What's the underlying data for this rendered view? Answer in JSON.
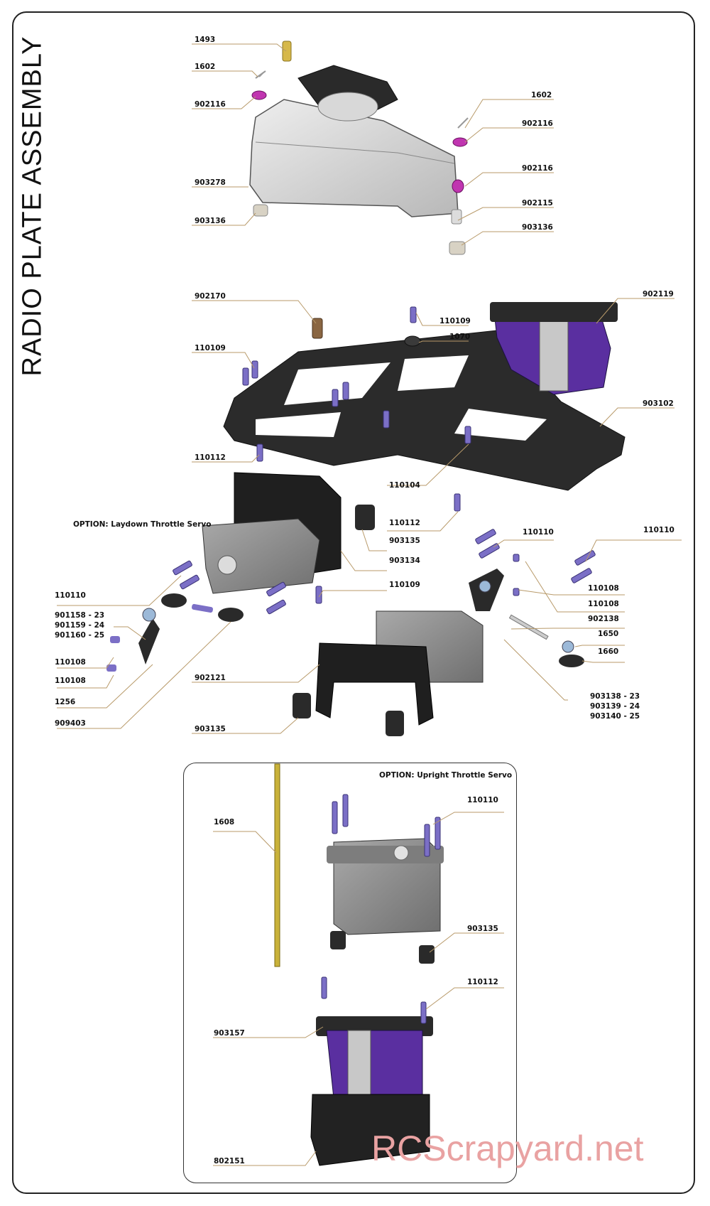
{
  "page_title": "RADIO  PLATE  ASSEMBLY",
  "options": {
    "laydown": "OPTION: Laydown Throttle Servo",
    "upright": "OPTION: Upright Throttle Servo"
  },
  "watermark": "RCScrapyard.net",
  "callouts": [
    {
      "id": "c1493",
      "text": "1493"
    },
    {
      "id": "c1602a",
      "text": "1602"
    },
    {
      "id": "c902116a",
      "text": "902116"
    },
    {
      "id": "c903278",
      "text": "903278"
    },
    {
      "id": "c903136a",
      "text": "903136"
    },
    {
      "id": "c1602b",
      "text": "1602"
    },
    {
      "id": "c902116b",
      "text": "902116"
    },
    {
      "id": "c902116c",
      "text": "902116"
    },
    {
      "id": "c902115",
      "text": "902115"
    },
    {
      "id": "c903136b",
      "text": "903136"
    },
    {
      "id": "c902170",
      "text": "902170"
    },
    {
      "id": "c110109a",
      "text": "110109"
    },
    {
      "id": "c1070",
      "text": "1070"
    },
    {
      "id": "c902119",
      "text": "902119"
    },
    {
      "id": "c110109b",
      "text": "110109"
    },
    {
      "id": "c903102",
      "text": "903102"
    },
    {
      "id": "c110112a",
      "text": "110112"
    },
    {
      "id": "c110104",
      "text": "110104"
    },
    {
      "id": "c110112b",
      "text": "110112"
    },
    {
      "id": "c903135a",
      "text": "903135"
    },
    {
      "id": "c903134",
      "text": "903134"
    },
    {
      "id": "c110110a",
      "text": "110110"
    },
    {
      "id": "c110110b",
      "text": "110110"
    },
    {
      "id": "c110110c",
      "text": "110110"
    },
    {
      "id": "c110109c",
      "text": "110109"
    },
    {
      "id": "c110108a",
      "text": "110108"
    },
    {
      "id": "c110108b",
      "text": "110108"
    },
    {
      "id": "c901158",
      "text": "901158 - 23"
    },
    {
      "id": "c901159",
      "text": "901159 - 24"
    },
    {
      "id": "c901160",
      "text": "901160 - 25"
    },
    {
      "id": "c902138",
      "text": "902138"
    },
    {
      "id": "c1650",
      "text": "1650"
    },
    {
      "id": "c110108c",
      "text": "110108"
    },
    {
      "id": "c1660",
      "text": "1660"
    },
    {
      "id": "c110108d",
      "text": "110108"
    },
    {
      "id": "c902121",
      "text": "902121"
    },
    {
      "id": "c1256",
      "text": "1256"
    },
    {
      "id": "c903138",
      "text": "903138 - 23"
    },
    {
      "id": "c903139",
      "text": "903139 - 24"
    },
    {
      "id": "c903140",
      "text": "903140 - 25"
    },
    {
      "id": "c909403",
      "text": "909403"
    },
    {
      "id": "c903135b",
      "text": "903135"
    },
    {
      "id": "c110110d",
      "text": "110110"
    },
    {
      "id": "c1608",
      "text": "1608"
    },
    {
      "id": "c903135c",
      "text": "903135"
    },
    {
      "id": "c110112c",
      "text": "110112"
    },
    {
      "id": "c903157",
      "text": "903157"
    },
    {
      "id": "c802151",
      "text": "802151"
    }
  ]
}
